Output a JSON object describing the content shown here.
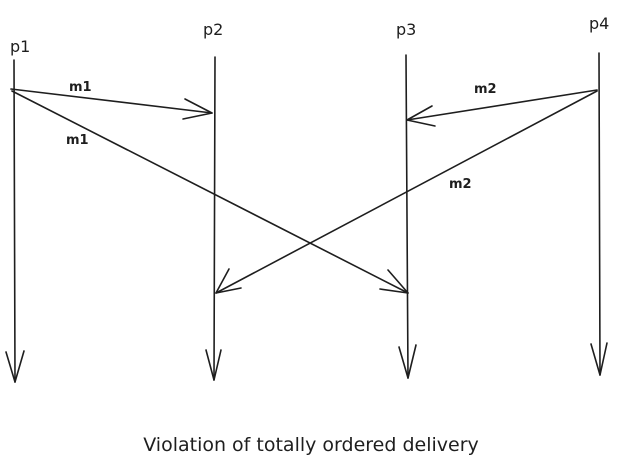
{
  "processes": [
    {
      "id": "p1",
      "label": "p1"
    },
    {
      "id": "p2",
      "label": "p2"
    },
    {
      "id": "p3",
      "label": "p3"
    },
    {
      "id": "p4",
      "label": "p4"
    }
  ],
  "messages": [
    {
      "label": "m1",
      "from": "p1",
      "to": "p2"
    },
    {
      "label": "m1",
      "from": "p1",
      "to": "p3"
    },
    {
      "label": "m2",
      "from": "p4",
      "to": "p3"
    },
    {
      "label": "m2",
      "from": "p4",
      "to": "p2"
    }
  ],
  "caption": "Violation of totally ordered delivery",
  "stroke_color": "#1e1e1e"
}
